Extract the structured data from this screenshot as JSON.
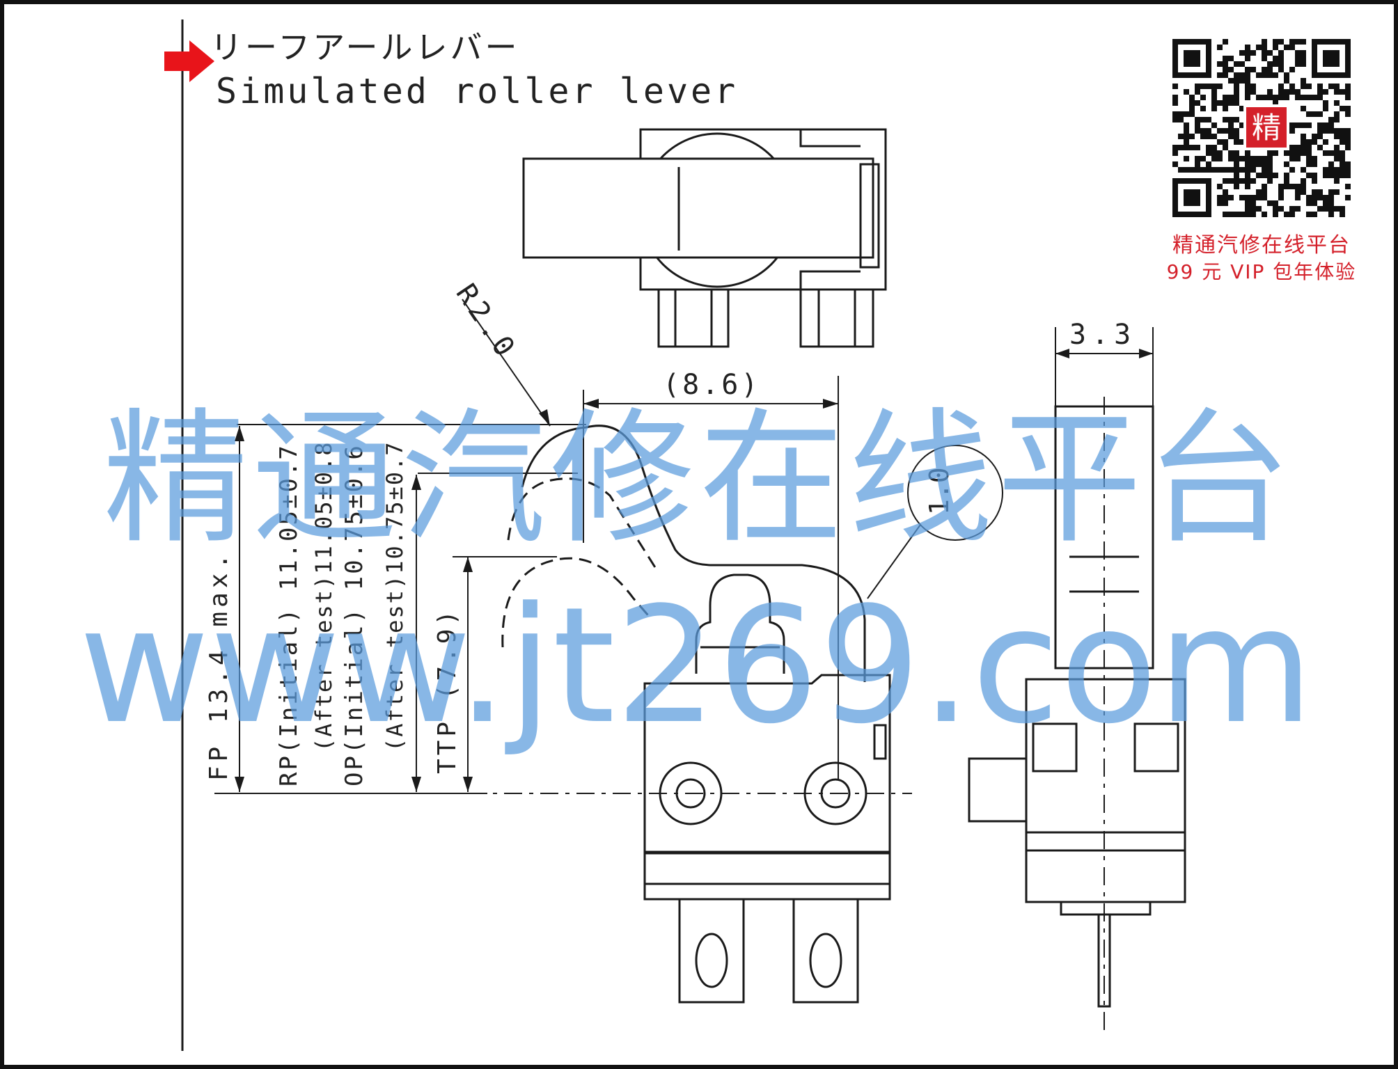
{
  "header": {
    "title_jp": "リーフアールレバー",
    "title_en": "Simulated roller lever"
  },
  "dimensions": {
    "radius": "R2.0",
    "width_ref": "(8.6)",
    "thickness": "3.3",
    "contact_size": "1.0",
    "fp": "FP 13.4 max.",
    "rp_initial": "RP(Initial) 11.05±0.7",
    "rp_after": "(After test)11.05±0.8",
    "op_initial": "OP(Initial) 10.75±0.6",
    "op_after": "(After test)10.75±0.7",
    "ttp": "TTP (7.9)"
  },
  "logo": {
    "qr_glyph": "精",
    "line1": "精通汽修在线平台",
    "line2": "99 元 VIP 包年体验"
  },
  "watermark": {
    "line1": "精通汽修在线平台",
    "line2": "www.jt269.com"
  },
  "colors": {
    "line": "#1a1a1a",
    "arrow": "#e8141a",
    "watermark": "#5a9bdc",
    "logo_text": "#d4202a"
  }
}
